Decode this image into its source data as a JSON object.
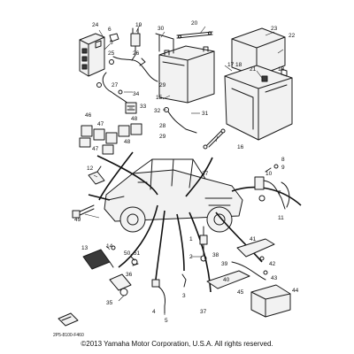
{
  "labels": [
    "1",
    "2",
    "3",
    "4",
    "5",
    "6",
    "7",
    "8",
    "9",
    "10",
    "11",
    "12",
    "13",
    "14",
    "15",
    "16",
    "17",
    "18",
    "19",
    "20",
    "21",
    "22",
    "23",
    "24",
    "25",
    "26",
    "27",
    "28",
    "29",
    "30",
    "31",
    "32",
    "33",
    "34",
    "35",
    "36",
    "37",
    "38",
    "39",
    "40",
    "41",
    "42",
    "43",
    "44",
    "45",
    "46",
    "47",
    "48",
    "49",
    "50, 51"
  ],
  "extra_labels": {
    "label_18b": "18",
    "label_37b": "37",
    "label_47b": "47",
    "label_48b": "48"
  },
  "diagram_code": "2P5-8100-F460",
  "copyright": "©2013 Yamaha Motor Corporation, U.S.A. All rights reserved."
}
